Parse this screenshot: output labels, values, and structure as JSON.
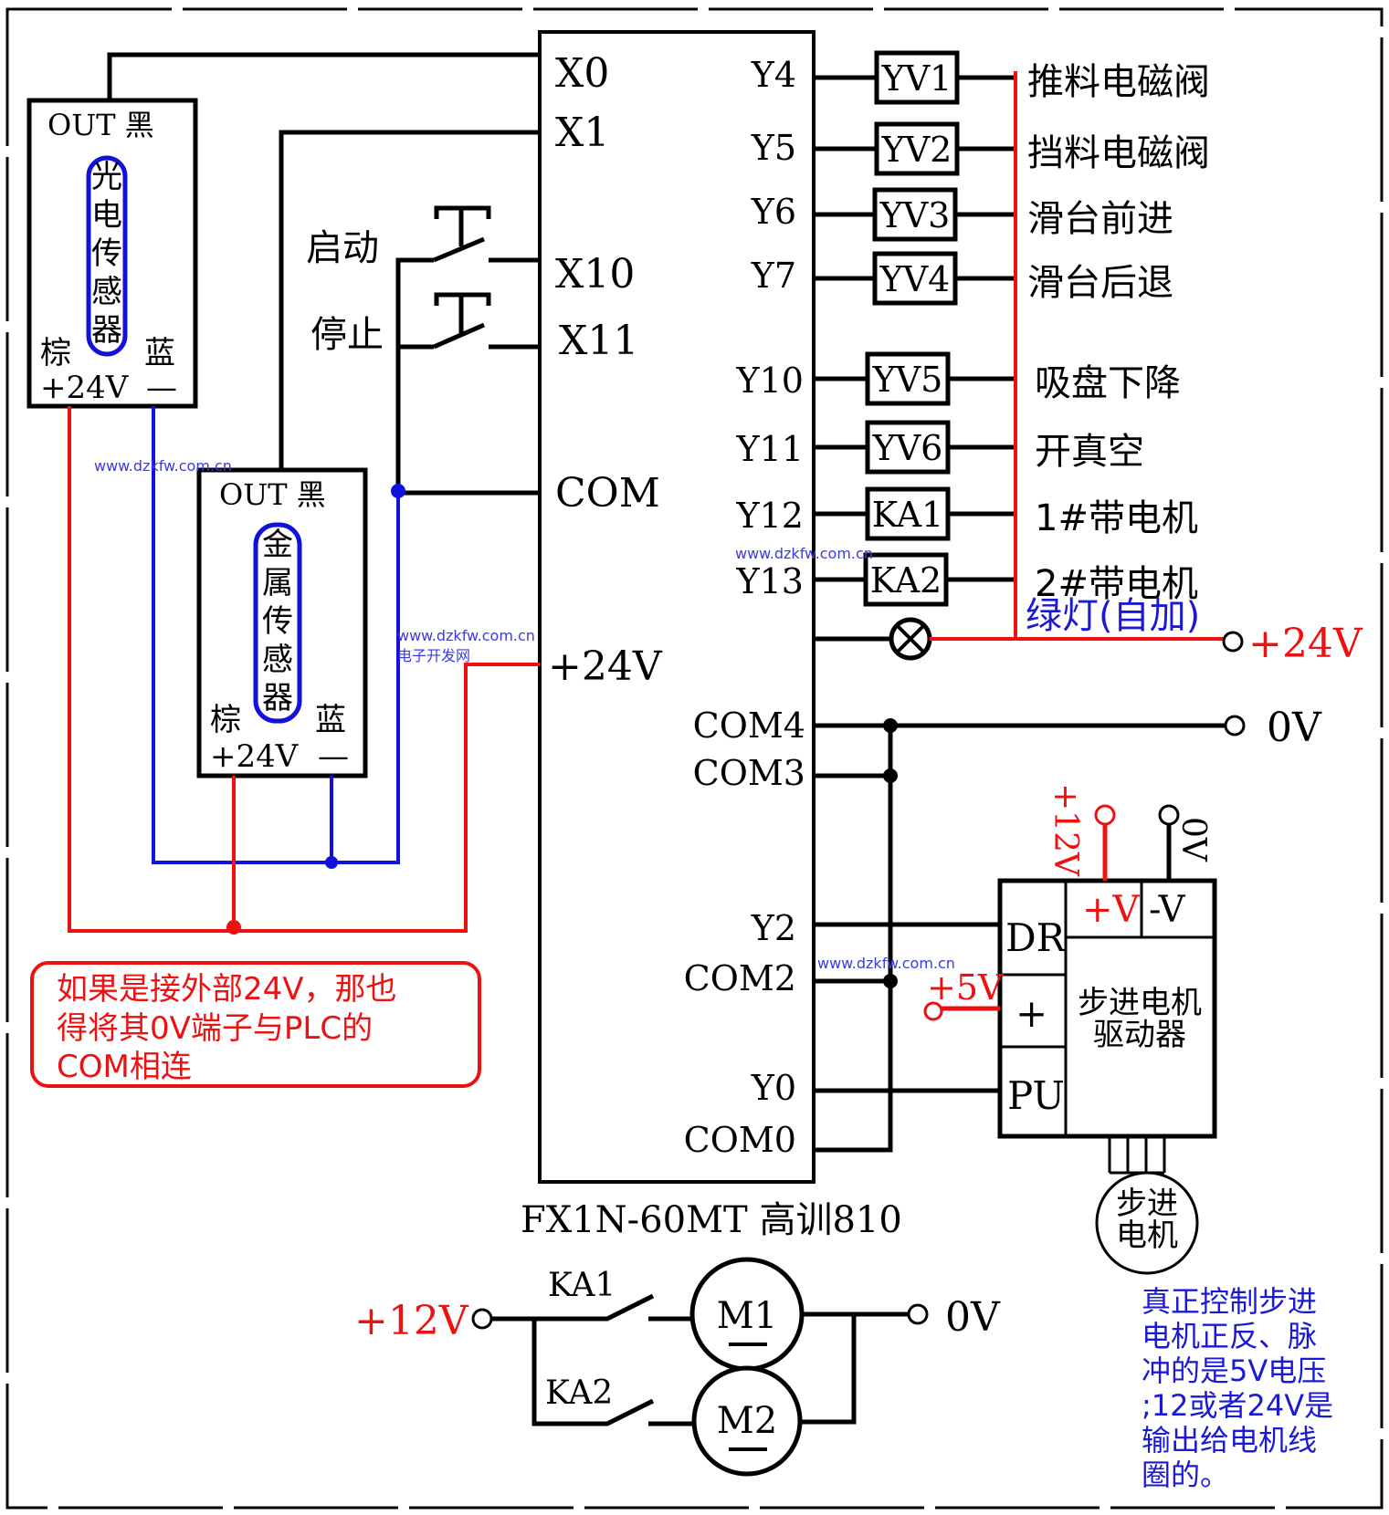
{
  "plc": {
    "model_label": "FX1N-60MT 高训810",
    "inputs": {
      "x0": "X0",
      "x1": "X1",
      "x10": "X10",
      "x11": "X11",
      "com": "COM",
      "v24": "+24V"
    },
    "outputs": {
      "y4": "Y4",
      "y5": "Y5",
      "y6": "Y6",
      "y7": "Y7",
      "y10": "Y10",
      "y11": "Y11",
      "y12": "Y12",
      "y13": "Y13",
      "com4": "COM4",
      "com3": "COM3",
      "y2": "Y2",
      "com2": "COM2",
      "y0": "Y0",
      "com0": "COM0"
    }
  },
  "sensors": {
    "photo": {
      "out": "OUT 黑",
      "name": [
        "光",
        "电",
        "传",
        "感",
        "器"
      ],
      "brown": "棕",
      "blue": "蓝",
      "plus": "+24V",
      "minus": "—"
    },
    "metal": {
      "out": "OUT 黑",
      "name": [
        "金",
        "属",
        "传",
        "感",
        "器"
      ],
      "brown": "棕",
      "blue": "蓝",
      "plus": "+24V",
      "minus": "—"
    }
  },
  "buttons": {
    "start": "启动",
    "stop": "停止"
  },
  "loads": [
    {
      "tag": "YV1",
      "desc": "推料电磁阀"
    },
    {
      "tag": "YV2",
      "desc": "挡料电磁阀"
    },
    {
      "tag": "YV3",
      "desc": "滑台前进"
    },
    {
      "tag": "YV4",
      "desc": "滑台后退"
    },
    {
      "tag": "YV5",
      "desc": "吸盘下降"
    },
    {
      "tag": "YV6",
      "desc": "开真空"
    },
    {
      "tag": "KA1",
      "desc": "1#带电机"
    },
    {
      "tag": "KA2",
      "desc": "2#带电机"
    }
  ],
  "green_lamp": "绿灯(自加)",
  "supply": {
    "p24": "+24V",
    "zero": "0V"
  },
  "driver": {
    "title_line1": "步进电机",
    "title_line2": "驱动器",
    "dr": "DR",
    "plus": "+",
    "pu": "PU",
    "vplus": "+V",
    "vminus": "-V",
    "p12": "+12V",
    "zero": "0V",
    "p5": "+5V"
  },
  "stepper_motor": {
    "line1": "步进",
    "line2": "电机"
  },
  "motor_circuit": {
    "p12": "+12V",
    "zero": "0V",
    "ka1": "KA1",
    "ka2": "KA2",
    "m1": "M1",
    "m2": "M2"
  },
  "note_red": [
    "如果是接外部24V，那也",
    "得将其0V端子与PLC的",
    "COM相连"
  ],
  "note_blue": [
    "真正控制步进",
    "电机正反、脉",
    "冲的是5V电压",
    ";12或者24V是",
    "输出给电机线",
    "圈的。"
  ],
  "watermarks": {
    "url": "www.dzkfw.com.cn",
    "cn": "电子开发网"
  },
  "colors": {
    "wire": "#000000",
    "power": "#ee1111",
    "common": "#1111dd",
    "note_blue": "#1a1ad6"
  }
}
